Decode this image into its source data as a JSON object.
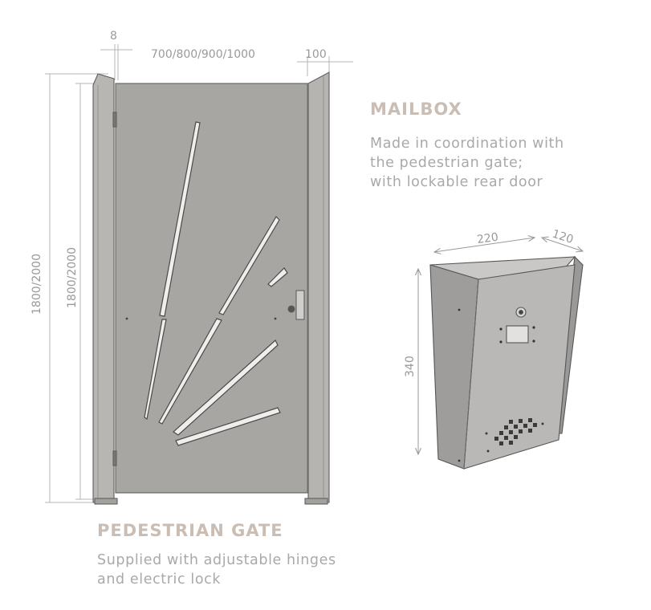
{
  "dimensions": {
    "gap": "8",
    "gate_width": "700/800/900/1000",
    "post_width": "100",
    "overall_height": "1800/2000",
    "gate_height": "1800/2000",
    "mailbox_width": "220",
    "mailbox_depth": "120",
    "mailbox_height": "340"
  },
  "mailbox": {
    "title": "MAILBOX",
    "description_lines": [
      "Made in coordination with",
      "the pedestrian gate;",
      "with lockable rear door"
    ]
  },
  "gate": {
    "title": "PEDESTRIAN GATE",
    "description_lines": [
      "Supplied with adjustable hinges",
      "and electric lock"
    ]
  },
  "colors": {
    "panel": "#a8a6a3",
    "post": "#b4b2af",
    "outline": "#5a5a5a",
    "dimension": "#9a9a9a",
    "heading": "#c9bdb4",
    "text": "#a9a9a9"
  }
}
